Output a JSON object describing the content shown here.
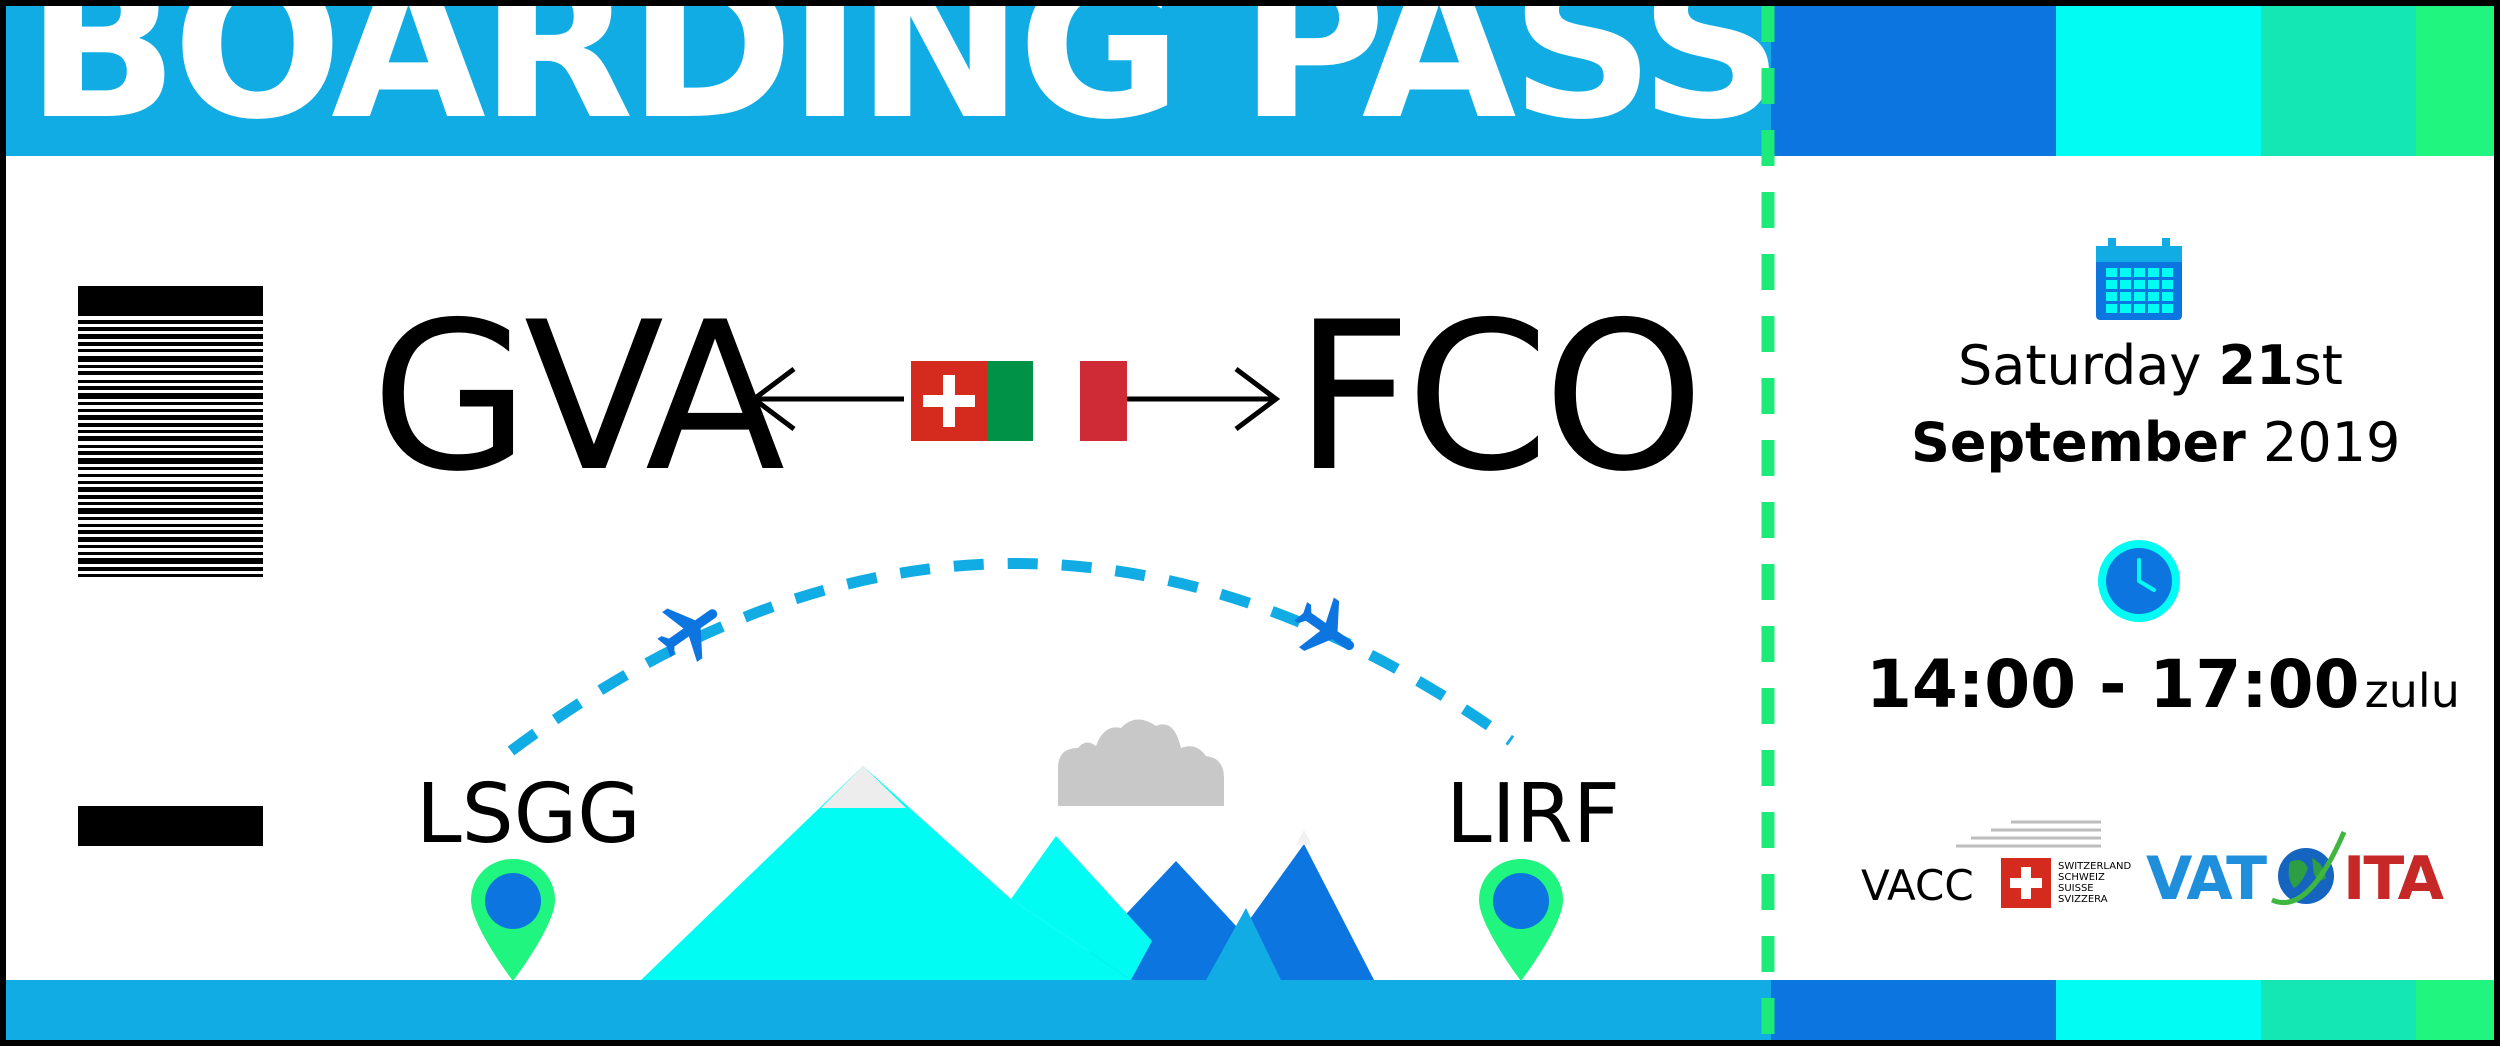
{
  "ticket": {
    "title": "BOARDING PASS",
    "colors": {
      "header_blue": "#12ACE4",
      "stub_blue": "#0D75E0",
      "cyan": "#00FCF3",
      "mint": "#14E6B4",
      "green": "#20F57F",
      "divider_green": "#1DEA79",
      "black": "#000000"
    }
  },
  "route": {
    "origin_code": "GVA",
    "destination_code": "FCO",
    "origin_icao": "LSGG",
    "destination_icao": "LIRF",
    "origin_flag": "switzerland-flag",
    "destination_flag": "italy-flag"
  },
  "schedule": {
    "day_name": "Saturday",
    "day_number": "21",
    "day_suffix": "st",
    "month": "September",
    "year": "2019",
    "time_range": "14:00 - 17:00",
    "time_unit": "zulu"
  },
  "logos": {
    "vacc_text": "VACC",
    "vacc_country_lines": [
      "SWITZERLAND",
      "SCHWEIZ",
      "SUISSE",
      "SVIZZERA"
    ],
    "vatita_left": "VAT",
    "vatita_right": "ITA"
  },
  "icons": [
    "barcode",
    "arrow-left-icon",
    "arrow-right-icon",
    "airplane-icon",
    "map-pin-icon",
    "calendar-icon",
    "clock-icon",
    "mountain-illustration",
    "cloud-icon"
  ]
}
